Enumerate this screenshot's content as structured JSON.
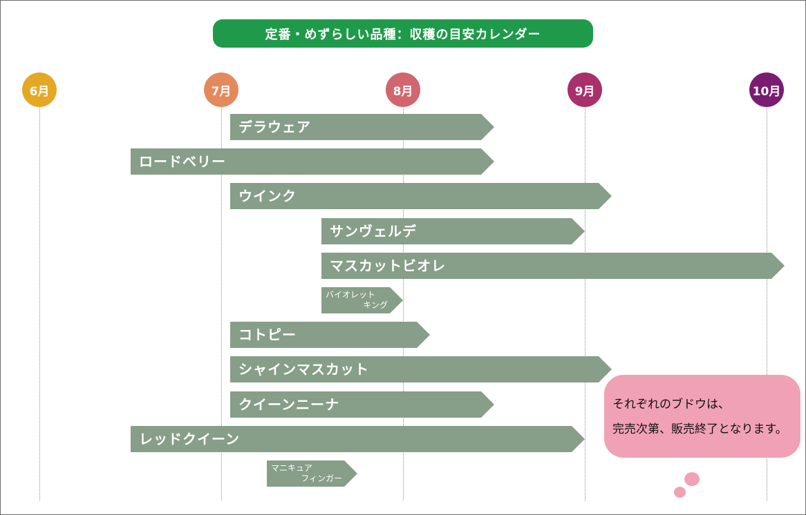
{
  "chart_data": {
    "type": "gantt",
    "title": "定番・めずらしい品種：収穫の目安カレンダー",
    "months": [
      {
        "label": "6月",
        "color": "#e5a824"
      },
      {
        "label": "7月",
        "color": "#e38a5d"
      },
      {
        "label": "8月",
        "color": "#d1666f"
      },
      {
        "label": "9月",
        "color": "#a8306b"
      },
      {
        "label": "10月",
        "color": "#7a1c72"
      }
    ],
    "varieties": [
      {
        "name": "デラウェア",
        "start": 7.05,
        "end": 8.5
      },
      {
        "name": "ロードベリー",
        "start": 6.5,
        "end": 8.5
      },
      {
        "name": "ウインク",
        "start": 7.05,
        "end": 9.15
      },
      {
        "name": "サンヴェルデ",
        "start": 7.55,
        "end": 9.0
      },
      {
        "name": "マスカットビオレ",
        "start": 7.55,
        "end": 10.1
      },
      {
        "name_line1": "バイオレット",
        "name_line2": "キング",
        "start": 7.55,
        "end": 8.0
      },
      {
        "name": "コトピー",
        "start": 7.05,
        "end": 8.15
      },
      {
        "name": "シャインマスカット",
        "start": 7.05,
        "end": 9.15
      },
      {
        "name": "クイーンニーナ",
        "start": 7.05,
        "end": 8.5
      },
      {
        "name": "レッドクイーン",
        "start": 6.5,
        "end": 9.0
      },
      {
        "name_line1": "マニキュア",
        "name_line2": "フィンガー",
        "start": 7.25,
        "end": 7.75
      }
    ],
    "bar_color": "#879e88"
  },
  "note": {
    "line1": "それぞれのブドウは、",
    "line2": "完売次第、販売終了となります。",
    "color": "#f1a1b6"
  }
}
